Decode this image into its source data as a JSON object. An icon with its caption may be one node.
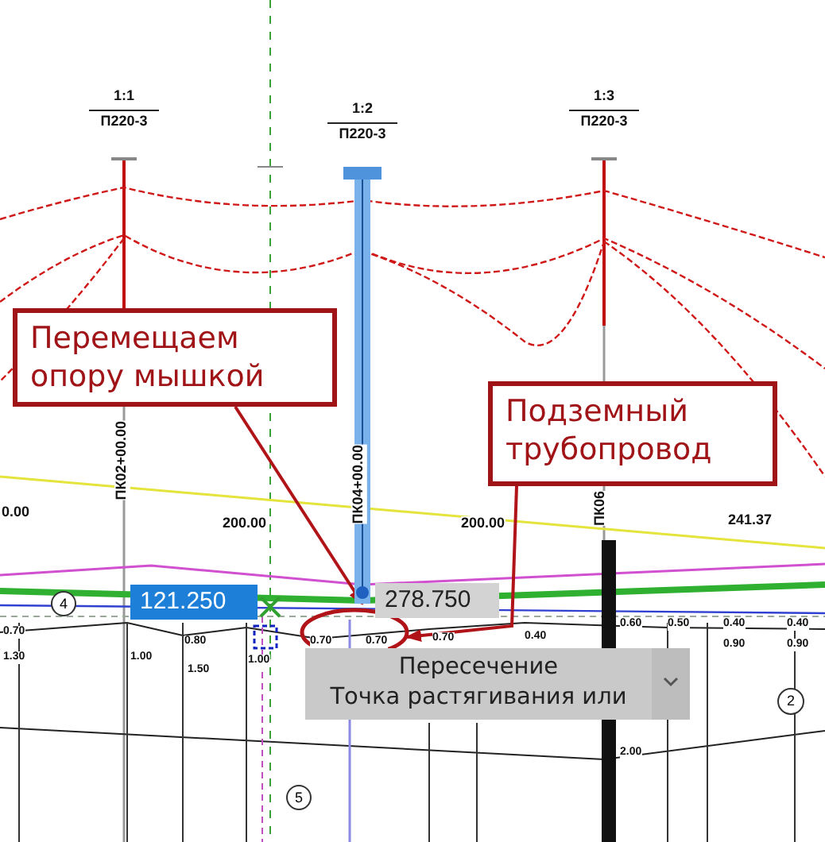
{
  "diagram": {
    "nodes": [
      {
        "text": [
          "1:1",
          "П220-3"
        ]
      },
      {
        "text": [
          "1:2",
          "П220-3"
        ]
      },
      {
        "text": [
          "1:3",
          "П220-3"
        ]
      },
      {
        "text": [
          "Перемещаем опору мышкой"
        ]
      },
      {
        "text": [
          "Подземный трубопровод"
        ]
      },
      {
        "text": [
          "121.250"
        ]
      },
      {
        "text": [
          "278.750"
        ]
      },
      {
        "text": [
          "4"
        ]
      },
      {
        "text": [],
        "shape": "ellipse"
      },
      {
        "text": [
          "Пересечение",
          "Точка растягивания или"
        ]
      },
      {
        "text": [
          "2"
        ]
      },
      {
        "text": [
          "5"
        ]
      }
    ],
    "edges": [
      {
        "from": 3,
        "to": 1,
        "arrow": "to"
      },
      {
        "from": 4,
        "to": 8,
        "arrow": "to"
      }
    ],
    "labels": [
      "ПК02+00.00",
      "ПК04+00.00",
      "ПК06",
      "0.00",
      "200.00",
      "200.00",
      "241.37",
      "0.70",
      "1.30",
      "1.00",
      "0.80",
      "1.50",
      "1.00",
      "0.70",
      "0.70",
      "0.70",
      "0.40",
      "0.60",
      "0.50",
      "0.40",
      "0.40",
      "0.90",
      "0.90",
      "2.00"
    ]
  }
}
